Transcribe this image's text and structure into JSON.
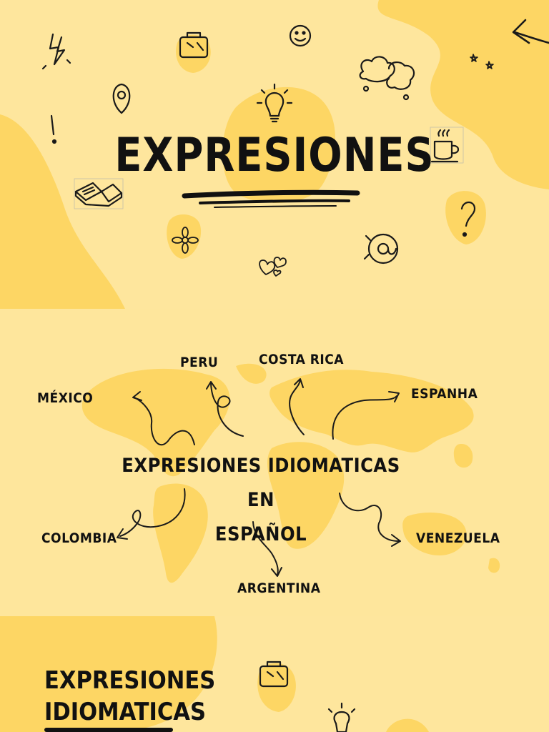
{
  "page1": {
    "title": "EXPRESIONES"
  },
  "page2": {
    "center_title_line1": "EXPRESIONES IDIOMATICAS EN",
    "center_title_line2": "ESPAÑOL",
    "countries": {
      "mexico": "MÉXICO",
      "peru": "PERU",
      "costa_rica": "COSTA RICA",
      "espanha": "ESPANHA",
      "colombia": "COLOMBIA",
      "argentina": "ARGENTINA",
      "venezuela": "VENEZUELA"
    }
  },
  "page3": {
    "title_line1": "EXPRESIONES",
    "title_line2": "IDIOMATICAS"
  },
  "colors": {
    "background": "#fee69d",
    "blob": "#fdd664",
    "ink": "#111111"
  }
}
